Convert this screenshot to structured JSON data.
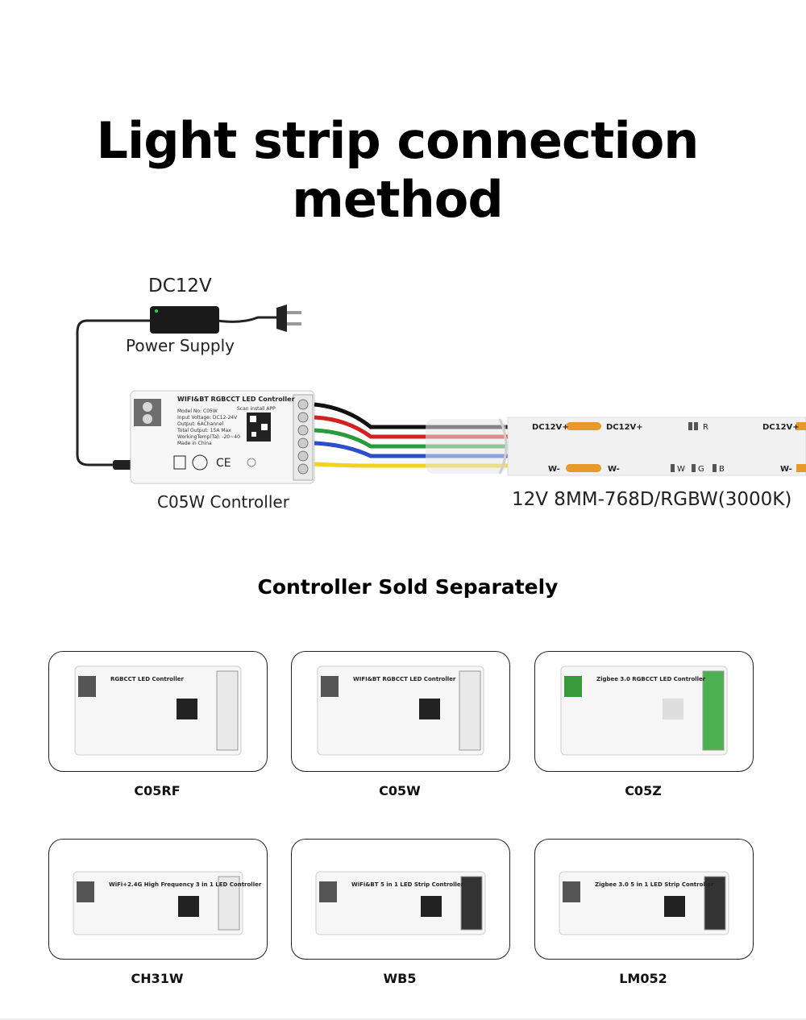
{
  "title": "Light strip connection method",
  "diagram": {
    "power_voltage": "DC12V",
    "power_label": "Power Supply",
    "controller_caption": "C05W Controller",
    "strip_caption": "12V 8MM-768D/RGBW(3000K)",
    "controller_header": "WIFI&BT RGBCCT LED Controller",
    "controller_specs": [
      "Model No: C05W",
      "Input Voltage: DC12-24V",
      "Output: 6AChannel",
      "Total Output: 15A Max",
      "WorkingTemp(Ta): -20~40",
      "Made in China"
    ],
    "scan_text": "Scan install APP",
    "strip_pad_labels": {
      "plus": "DC12V+",
      "minus": "W-",
      "r": "R",
      "w": "W",
      "g": "G",
      "b": "B"
    },
    "wire_colors": [
      "#111111",
      "#d32020",
      "#2a9a3a",
      "#2b4fc9",
      "#f2d21a"
    ]
  },
  "section_title": "Controller Sold Separately",
  "controllers": [
    {
      "model": "C05RF",
      "header": "RGBCCT LED Controller"
    },
    {
      "model": "C05W",
      "header": "WIFI&BT RGBCCT LED Controller"
    },
    {
      "model": "C05Z",
      "header": "Zigbee 3.0 RGBCCT LED Controller"
    },
    {
      "model": "CH31W",
      "header": "WiFi+2.4G High Frequency 3 in 1 LED Controller"
    },
    {
      "model": "WB5",
      "header": "WiFi&BT 5 in 1 LED Strip Controller"
    },
    {
      "model": "LM052",
      "header": "Zigbee 3.0 5 in 1 LED Strip Controller"
    }
  ]
}
